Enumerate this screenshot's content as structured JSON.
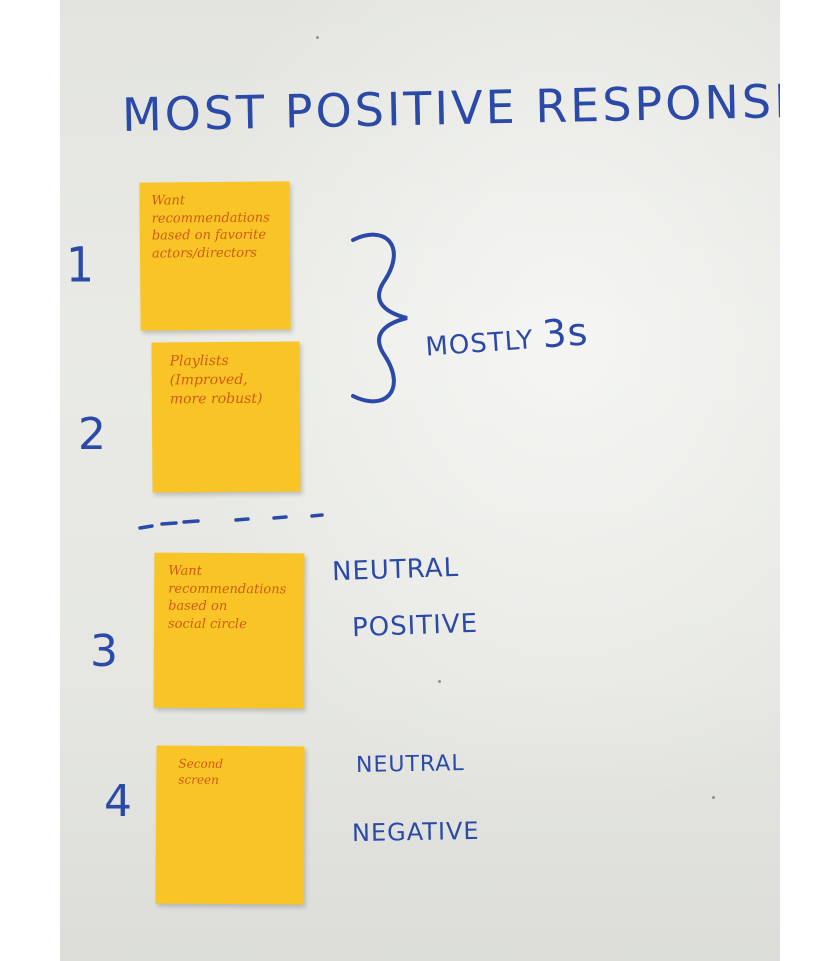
{
  "board": {
    "title": "MOST POSITIVE RESPONSE",
    "marker_color": "#2b4aa8",
    "note_color": "#f9c526",
    "note_ink_color": "#d05a12",
    "items": [
      {
        "rank": "1",
        "note": "Want\nrecommendations\nbased on favorite\nactors/directors"
      },
      {
        "rank": "2",
        "note": "Playlists\n(Improved,\nmore robust)"
      },
      {
        "rank": "3",
        "note": "Want\nrecommendations\nbased on\nsocial circle"
      },
      {
        "rank": "4",
        "note": "Second\nscreen"
      }
    ],
    "group_label": {
      "text": "MOSTLY",
      "value": "3s"
    },
    "ratings": {
      "item3_line1": "NEUTRAL",
      "item3_line2": "POSITIVE",
      "item4_line1": "NEUTRAL",
      "item4_line2": "NEGATIVE"
    },
    "icons": {
      "brace": "curly-brace-icon",
      "divider": "dashed-divider-icon"
    }
  }
}
